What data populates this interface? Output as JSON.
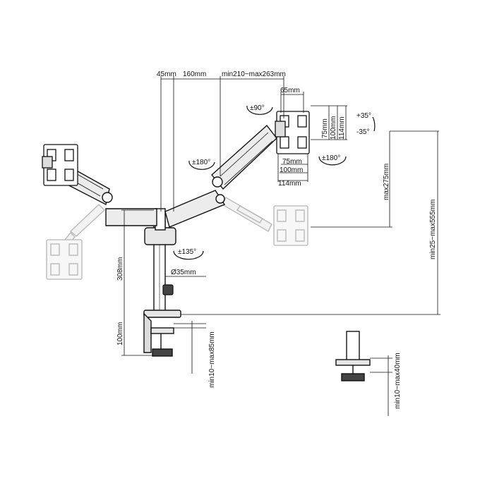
{
  "dimensions": {
    "top_45": "45mm",
    "top_160": "160mm",
    "top_reach": "min210~max263mm",
    "vesa_65": "65mm",
    "vesa_h_75": "75mm",
    "vesa_h_100": "100mm",
    "vesa_h_114": "114mm",
    "vesa_v_75": "75mm",
    "vesa_v_100": "100mm",
    "vesa_v_114": "114mm",
    "max275": "max275mm",
    "min25_max555": "min25~max555mm",
    "pole_308": "308mm",
    "pole_dia": "Ø35mm",
    "clamp_100": "100mm",
    "clamp_range": "min10~max85mm",
    "grommet_range": "min10~max40mm"
  },
  "rotations": {
    "swivel_90": "±90°",
    "rotate_180_arm": "±180°",
    "tilt_up": "+35°",
    "tilt_down": "-35°",
    "rotate_180_plate": "±180°",
    "swivel_135": "±135°"
  },
  "colors": {
    "line": "#111111",
    "ghost": "#b5b5b5",
    "arm_fill": "#ececec",
    "ghost_fill": "#f2f2f2"
  }
}
